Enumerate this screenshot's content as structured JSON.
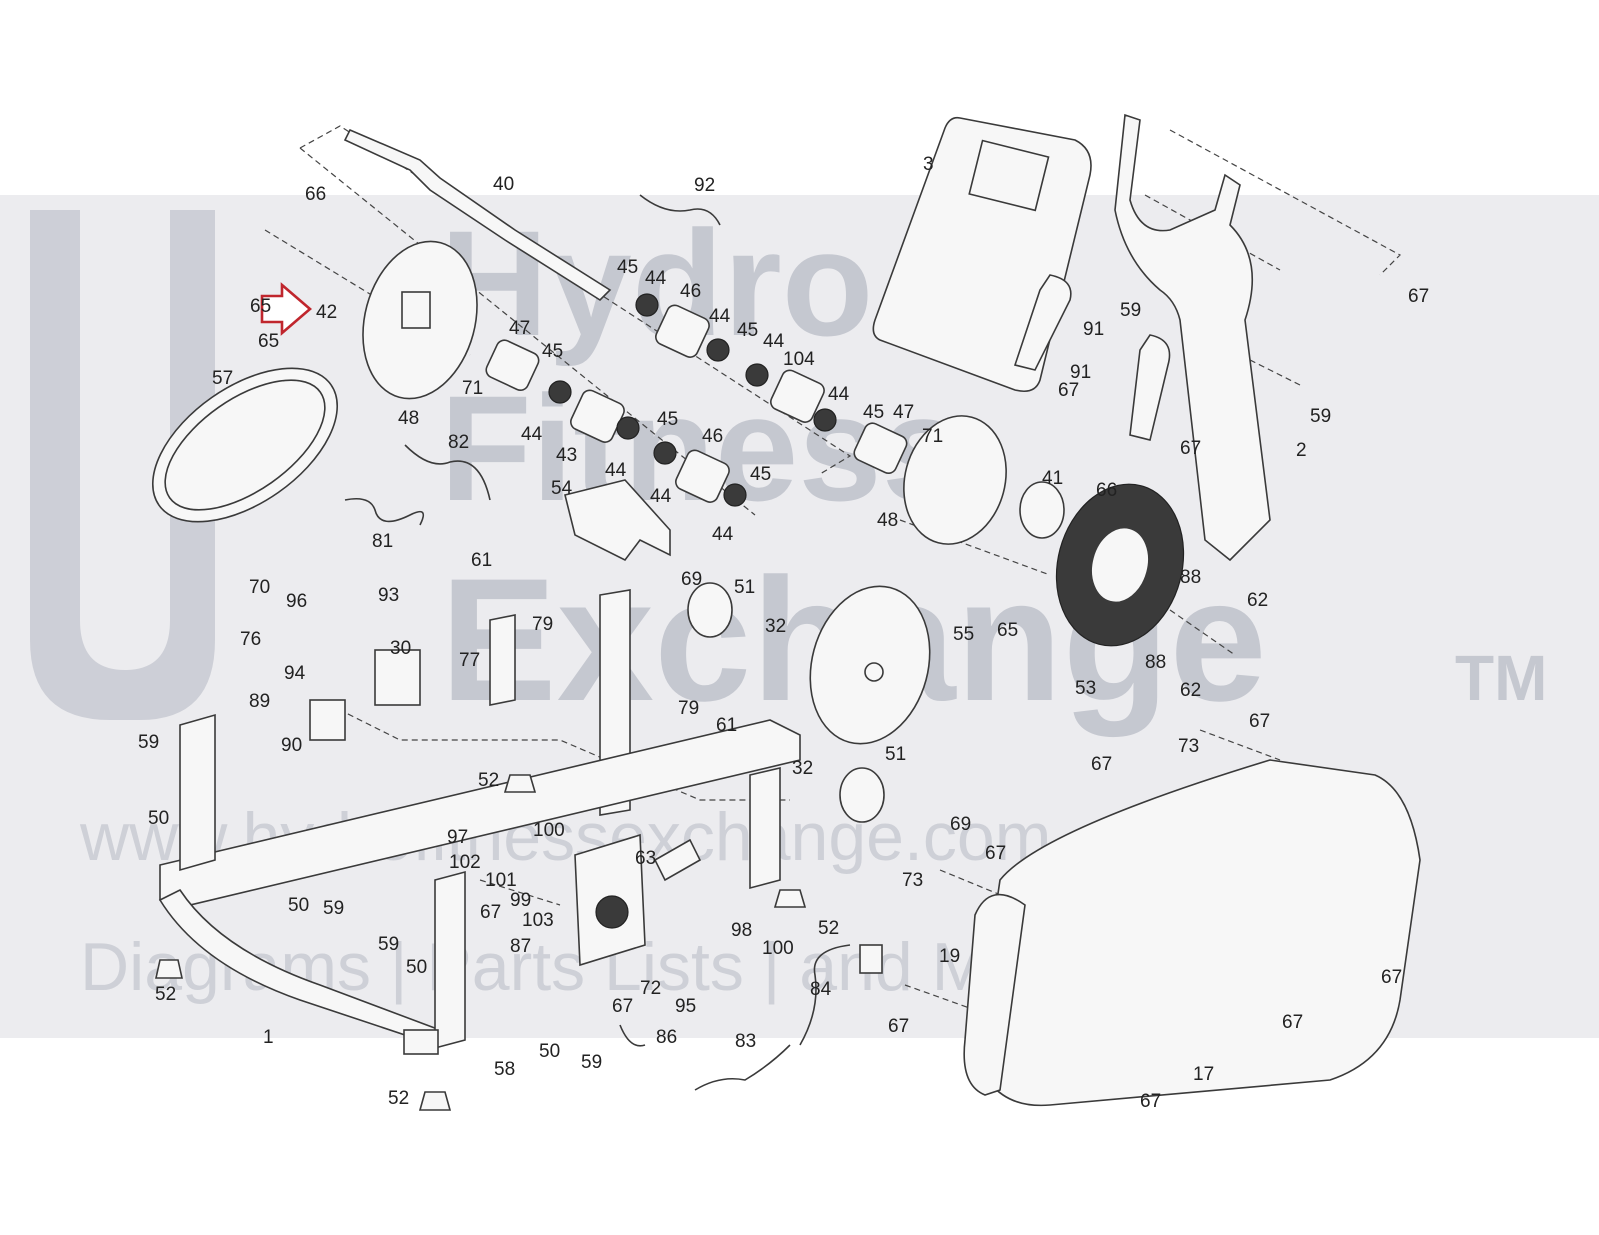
{
  "watermark": {
    "brand_line_1": "Hydro",
    "brand_line_2": "Fitness",
    "brand_line_3": "Exchange",
    "trademark": "TM",
    "url": "www.hydrofitnessexchange.com",
    "tagline": "Diagrams | Parts Lists | and More"
  },
  "highlighted_part": "65",
  "callouts": {
    "c66a": "66",
    "c40": "40",
    "c92": "92",
    "c3": "3",
    "c42": "42",
    "c65a": "65",
    "c57": "57",
    "c48a": "48",
    "c71a": "71",
    "c47a": "47",
    "c45a": "45",
    "c44a": "44",
    "c46a": "46",
    "c44b": "44",
    "c45b": "45",
    "c44c": "44",
    "c104": "104",
    "c44d": "44",
    "c45c": "45",
    "c47b": "47",
    "c71b": "71",
    "c44e": "44",
    "c43": "43",
    "c44f": "44",
    "c45d": "45",
    "c46b": "46",
    "c44g": "44",
    "c45e": "45",
    "c44h": "44",
    "c82": "82",
    "c81": "81",
    "c54": "54",
    "c61a": "61",
    "c79a": "79",
    "c69a": "69",
    "c51a": "51",
    "c32a": "32",
    "c48b": "48",
    "c41": "41",
    "c66b": "66",
    "c65b": "65",
    "c55": "55",
    "c53": "53",
    "c88a": "88",
    "c88b": "88",
    "c62a": "62",
    "c62b": "62",
    "c91a": "91",
    "c91b": "91",
    "c67a": "67",
    "c67b": "67",
    "c67c": "67",
    "c59a": "59",
    "c59b": "59",
    "c2": "2",
    "c70": "70",
    "c96": "96",
    "c93": "93",
    "c76": "76",
    "c30": "30",
    "c77": "77",
    "c94": "94",
    "c89": "89",
    "c90": "90",
    "c79b": "79",
    "c61b": "61",
    "c59c": "59",
    "c50a": "50",
    "c52a": "52",
    "c32b": "32",
    "c51b": "51",
    "c69b": "69",
    "c97": "97",
    "c100a": "100",
    "c102": "102",
    "c101": "101",
    "c99": "99",
    "c63": "63",
    "c50b": "50",
    "c59d": "59",
    "c67d": "67",
    "c87": "87",
    "c103": "103",
    "c59e": "59",
    "c50c": "50",
    "c52b": "52",
    "c52c": "52",
    "c1": "1",
    "c72": "72",
    "c67e": "67",
    "c98": "98",
    "c100b": "100",
    "c95": "95",
    "c84": "84",
    "c58": "58",
    "c50d": "50",
    "c59f": "59",
    "c86": "86",
    "c83": "83",
    "c52d": "52",
    "c73a": "73",
    "c67f": "67",
    "c67g": "67",
    "c67h": "67",
    "c73b": "73",
    "c19": "19",
    "c67i": "67",
    "c67j": "67",
    "c17": "17",
    "c67k": "67"
  }
}
